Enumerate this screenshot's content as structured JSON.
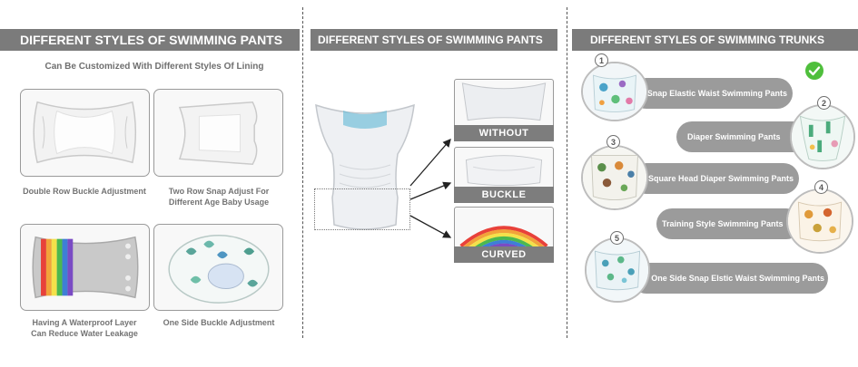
{
  "section1": {
    "title": "DIFFERENT STYLES OF SWIMMING PANTS",
    "subtitle": "Can Be Customized With Different Styles Of Lining",
    "captions": [
      {
        "lines": [
          "Double Row Buckle Adjustment"
        ]
      },
      {
        "lines": [
          "Two Row Snap Adjust For",
          "Different  Age Baby Usage"
        ]
      },
      {
        "lines": [
          "Having A Waterproof Layer",
          "Can Reduce Water Leakage"
        ]
      },
      {
        "lines": [
          "One Side Buckle Adjustment"
        ]
      }
    ]
  },
  "section2": {
    "title": "DIFFERENT STYLES OF SWIMMING PANTS",
    "options": [
      "WITHOUT",
      "BUCKLE",
      "CURVED"
    ]
  },
  "section3": {
    "title": "DIFFERENT STYLES OF SWIMMING TRUNKS",
    "items": [
      {
        "number": "1",
        "label": "Snap Elastic Waist Swimming Pants"
      },
      {
        "number": "2",
        "label": "Diaper Swimming Pants"
      },
      {
        "number": "3",
        "label": "Square Head Diaper Swimming Pants"
      },
      {
        "number": "4",
        "label": "Training Style Swimming Pants"
      },
      {
        "number": "5",
        "label": "One Side Snap Elstic Waist Swimming Pants"
      }
    ]
  },
  "colors": {
    "banner": "#7b7b7b",
    "pill": "#9b9b9b",
    "bar": "#7d7d7d",
    "check": "#4fbf3c"
  }
}
